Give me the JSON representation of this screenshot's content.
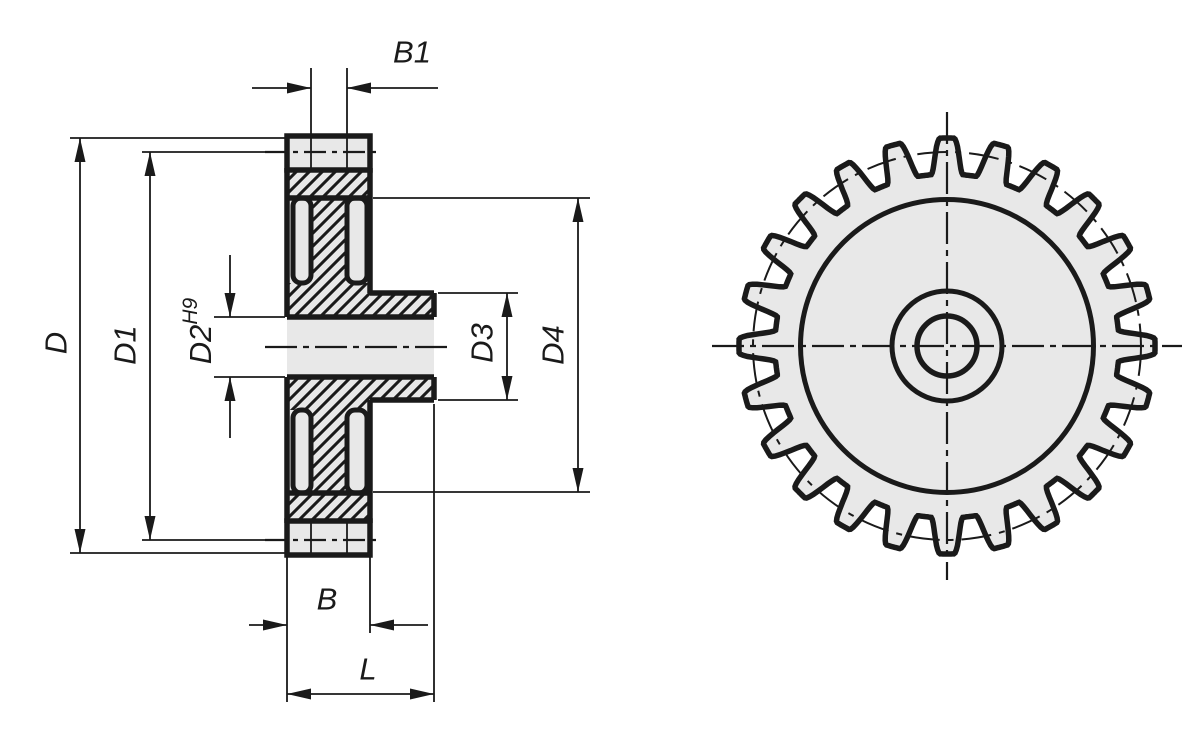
{
  "drawing": {
    "type": "technical-drawing-gear-sprocket",
    "labels": {
      "b1": "B1",
      "d": "D",
      "d1": "D1",
      "d2": "D2",
      "d2_tolerance": "H9",
      "d3": "D3",
      "d4": "D4",
      "b": "B",
      "l": "L"
    },
    "front_view": {
      "teeth_count": 24
    },
    "colors": {
      "line": "#1a1a1a",
      "fill": "#e8e8e8",
      "background": "#ffffff"
    }
  }
}
